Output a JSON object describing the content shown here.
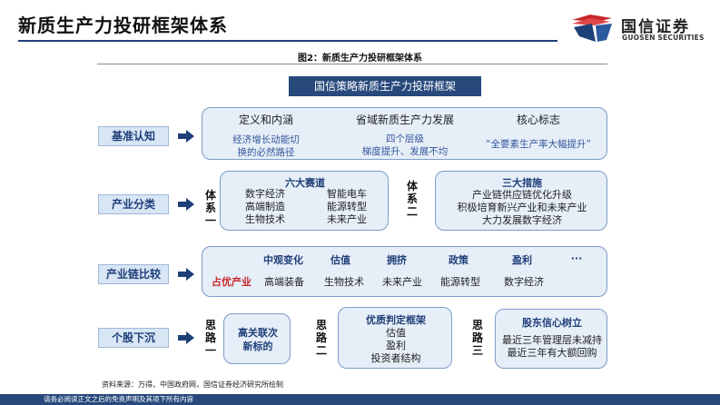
{
  "header": {
    "title": "新质生产力投研框架体系",
    "logo_cn": "国信证券",
    "logo_en": "GUOSEN SECURITIES"
  },
  "figure": {
    "caption": "图2：新质生产力投研框架体系",
    "framework_title": "国信策略新质生产力投研框架"
  },
  "rows": {
    "basic": {
      "label": "基准认知",
      "col1_head": "定义和内涵",
      "col1_body": [
        "经济增长动能切",
        "换的必然路径"
      ],
      "col2_head": "省域新质生产力发展",
      "col2_body": [
        "四个层级",
        "梯度提升、发展不均"
      ],
      "col3_head": "核心标志",
      "col3_body": "“全要素生产率大幅提升”"
    },
    "industry": {
      "label": "产业分类",
      "sys1_vertical": [
        "体",
        "系",
        "一"
      ],
      "sys1_title": "六大赛道",
      "sys1_left": [
        "数字经济",
        "高端制造",
        "生物技术"
      ],
      "sys1_right": [
        "智能电车",
        "能源转型",
        "未来产业"
      ],
      "sys2_vertical": [
        "体",
        "系",
        "二"
      ],
      "sys2_title": "三大措施",
      "sys2_items": [
        "产业链供应链优化升级",
        "积极培育新兴产业和未来产业",
        "大力发展数字经济"
      ]
    },
    "chain": {
      "label": "产业链比较",
      "headers": [
        "中观变化",
        "估值",
        "拥挤",
        "政策",
        "盈利",
        "···"
      ],
      "first_item": "占优产业",
      "items": [
        "高端装备",
        "生物技术",
        "未来产业",
        "能源转型",
        "数字经济"
      ]
    },
    "stock": {
      "label": "个股下沉",
      "path1_vertical": [
        "思",
        "路",
        "一"
      ],
      "path1_text": [
        "高关联次",
        "新标的"
      ],
      "path2_vertical": [
        "思",
        "路",
        "二"
      ],
      "path2_title": "优质判定框架",
      "path2_items": [
        "估值",
        "盈利",
        "投资者结构"
      ],
      "path3_vertical": [
        "思",
        "路",
        "三"
      ],
      "path3_title": "股东信心树立",
      "path3_items": [
        "最近三年管理层未减持",
        "最近三年有大额回购"
      ]
    }
  },
  "source": "资料来源：万得，中国政府网，国信证券经济研究所绘制",
  "footer": "请务必阅读正文之后的免责声明及其项下所有内容",
  "colors": {
    "navy": "#1f3f78",
    "box_fill": "#e6eef8",
    "label_fill": "#d7e5f5",
    "accent_red": "#c8282b"
  }
}
